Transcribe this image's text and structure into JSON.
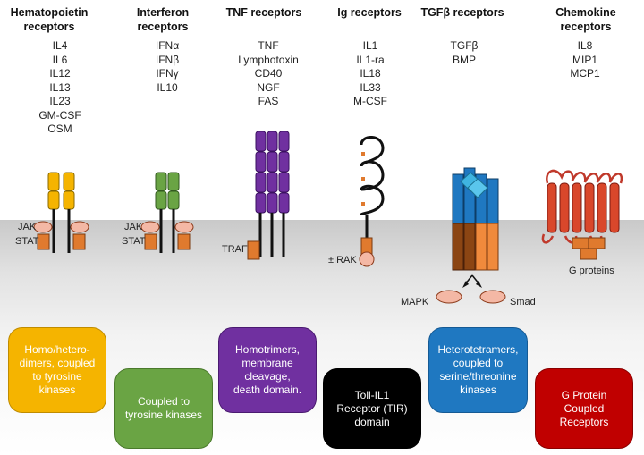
{
  "families": [
    {
      "header": "Hematopoietin\nreceptors",
      "ligands": [
        "IL4",
        "IL6",
        "IL12",
        "IL13",
        "IL23",
        "GM-CSF",
        "OSM"
      ],
      "box": "Homo/hetero-\ndimers, coupled\nto tyrosine\nkinases",
      "color": "#f5b400"
    },
    {
      "header": "Interferon\nreceptors",
      "ligands": [
        "IFNα",
        "IFNβ",
        "IFNγ",
        "IL10"
      ],
      "box": "Coupled to\ntyrosine kinases",
      "color": "#6aa444"
    },
    {
      "header": "TNF receptors",
      "ligands": [
        "TNF",
        "Lymphotoxin",
        "CD40",
        "NGF",
        "FAS"
      ],
      "box": "Homotrimers,\nmembrane\ncleavage,\ndeath domain.",
      "color": "#7030a0"
    },
    {
      "header": "Ig receptors",
      "ligands": [
        "IL1",
        "IL1-ra",
        "IL18",
        "IL33",
        "M-CSF"
      ],
      "box": "Toll-IL1\nReceptor (TIR)\ndomain",
      "color": "#000000"
    },
    {
      "header": "TGFβ receptors",
      "ligands": [
        "TGFβ",
        "BMP"
      ],
      "box": "Heterotetramers,\ncoupled to\nserine/threonine\nkinases",
      "color": "#1f78c1"
    },
    {
      "header": "Chemokine\nreceptors",
      "ligands": [
        "IL8",
        "MIP1",
        "MCP1"
      ],
      "box": "G Protein\nCoupled\nReceptors",
      "color": "#c00000"
    }
  ],
  "labels": {
    "jak1": "JAK",
    "stat1": "STAT",
    "jak2": "JAK",
    "stat2": "STAT",
    "traf": "TRAF",
    "irak": "±IRAK",
    "mapk": "MAPK",
    "smad": "Smad",
    "gproteins": "G proteins"
  },
  "colors": {
    "kinase": "#e07a2e",
    "jak_oval": "#f4b8a5",
    "membrane": "#d0d0d0",
    "tgfb_ligand": "#3fb4e0",
    "tgfb_bottom_dark": "#8b4513"
  }
}
